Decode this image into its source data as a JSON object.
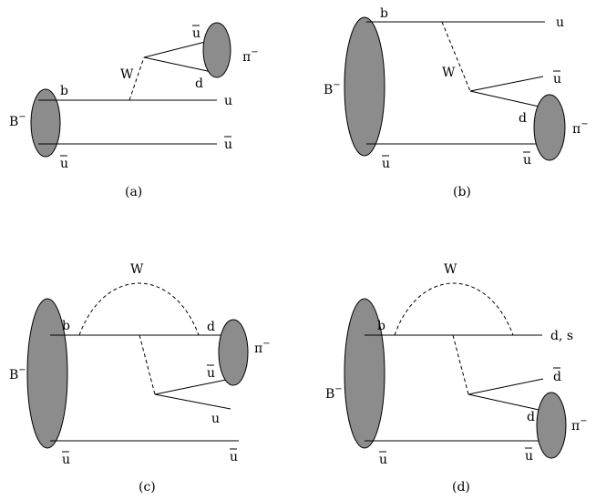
{
  "panels": {
    "a": {
      "caption": "(a)",
      "b_meson": "B",
      "b_sup": "−",
      "quark_b": "b",
      "quark_ubar": "u",
      "w": "W",
      "out_u": "u",
      "out_ubar": "u",
      "pi_ubar": "u",
      "pi_d": "d",
      "pion": "π",
      "pion_sup": "−"
    },
    "b": {
      "caption": "(b)",
      "b_meson": "B",
      "b_sup": "−",
      "quark_b": "b",
      "quark_ubar": "u",
      "w": "W",
      "out_u": "u",
      "emit_ubar": "u",
      "pi_d": "d",
      "pi_ubar": "u",
      "pion": "π",
      "pion_sup": "−"
    },
    "c": {
      "caption": "(c)",
      "b_meson": "B",
      "b_sup": "−",
      "quark_b": "b",
      "quark_ubar": "u",
      "w": "W",
      "pi_d": "d",
      "pi_ubar": "u",
      "pion": "π",
      "pion_sup": "−",
      "out_u": "u",
      "out_ubar": "u"
    },
    "d": {
      "caption": "(d)",
      "b_meson": "B",
      "b_sup": "−",
      "quark_b": "b",
      "quark_ubar": "u",
      "w": "W",
      "out_ds": "d, s",
      "emit_dbar": "d",
      "pi_d": "d",
      "pi_ubar": "u",
      "pion": "π",
      "pion_sup": "−"
    }
  }
}
